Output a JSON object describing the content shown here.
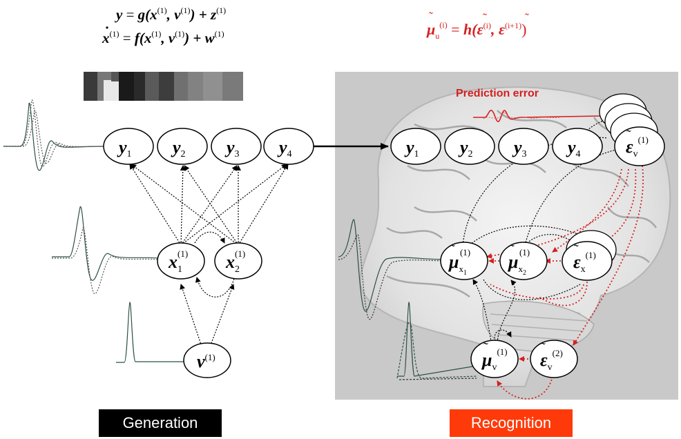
{
  "equations": {
    "gen_obs": {
      "lhs": "y",
      "eq": " = ",
      "fn": "g",
      "args": "(x",
      "sup1": "(1)",
      "comma": ", v",
      "sup2": "(1)",
      "tail": ") + z",
      "sup3": "(1)"
    },
    "gen_state": {
      "lhs": "x",
      "lhs_sup": "(1)",
      "eq": " = ",
      "fn": "f",
      "args": "(x",
      "sup1": "(1)",
      "comma": ", v",
      "sup2": "(1)",
      "tail": ") + w",
      "sup3": "(1)"
    },
    "recog": {
      "lhs": "μ",
      "sub": "u",
      "sup": "(i)",
      "eq": " = ",
      "fn": "h",
      "args": "(ε",
      "sup1": "(i)",
      "comma": ", ε",
      "sup2": "(i+1)",
      "tail": ")"
    }
  },
  "prediction_error_label": "Prediction error",
  "generation": {
    "label": "Generation",
    "y_nodes": [
      {
        "base": "y",
        "sub": "1"
      },
      {
        "base": "y",
        "sub": "2"
      },
      {
        "base": "y",
        "sub": "3"
      },
      {
        "base": "y",
        "sub": "4"
      }
    ],
    "x_nodes": [
      {
        "base": "x",
        "sub": "1",
        "sup": "(1)"
      },
      {
        "base": "x",
        "sub": "2",
        "sup": "(1)"
      }
    ],
    "v_node": {
      "base": "v",
      "sup": "(1)"
    }
  },
  "recognition": {
    "label": "Recognition",
    "y_nodes": [
      {
        "base": "y",
        "sub": "1"
      },
      {
        "base": "y",
        "sub": "2"
      },
      {
        "base": "y",
        "sub": "3"
      },
      {
        "base": "y",
        "sub": "4"
      }
    ],
    "eps_v1": {
      "base": "ε",
      "sub": "v",
      "sup": "(1)"
    },
    "mu_x1": {
      "base": "μ",
      "sub": "x",
      "subsub": "1",
      "sup": "(1)"
    },
    "mu_x2": {
      "base": "μ",
      "sub": "x",
      "subsub": "2",
      "sup": "(1)"
    },
    "eps_x": {
      "base": "ε",
      "sub": "x",
      "sup": "(1)"
    },
    "mu_v": {
      "base": "μ",
      "sub": "v",
      "sup": "(1)"
    },
    "eps_v2": {
      "base": "ε",
      "sub": "v",
      "sup": "(2)"
    }
  },
  "colors": {
    "error_red": "#d42020",
    "recognition_label_bg": "#ff3a0a",
    "brain_panel_bg": "#c9c9c9",
    "node_fill": "#ffffff"
  }
}
